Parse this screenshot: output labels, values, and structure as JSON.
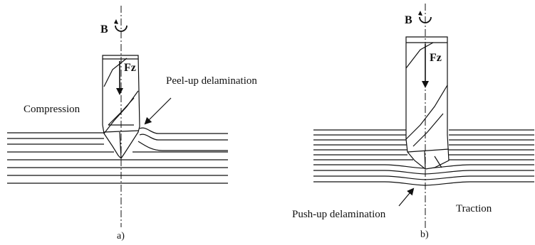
{
  "panel_a": {
    "rotation_label": "B",
    "force_label": "Fz",
    "left_label": "Compression",
    "defect_label": "Peel-up delamination",
    "caption": "a)"
  },
  "panel_b": {
    "rotation_label": "B",
    "force_label": "Fz",
    "defect_label": "Push-up delamination",
    "right_label": "Traction",
    "caption": "b)"
  }
}
